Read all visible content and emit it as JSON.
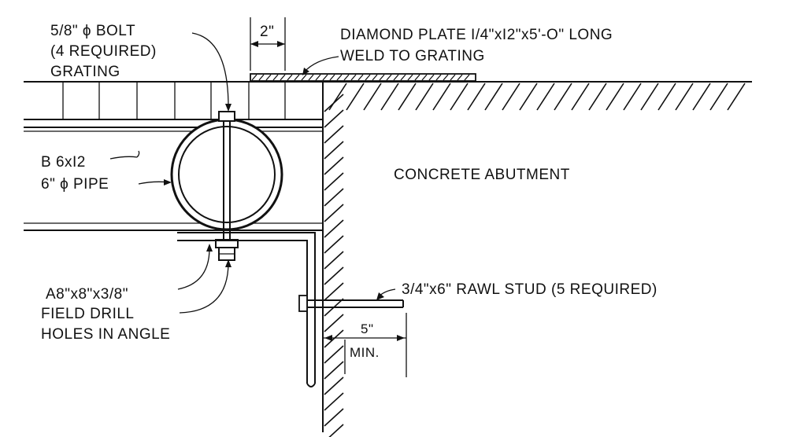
{
  "labels": {
    "bolt_line1": "5/8\" ϕ BOLT",
    "bolt_line2": "(4 REQUIRED)",
    "grating": "GRATING",
    "dim_2": "2\"",
    "diamond_line1": "DIAMOND PLATE I/4\"xI2\"x5'-O\" LONG",
    "diamond_line2": "WELD TO GRATING",
    "beam": "B 6xI2",
    "pipe": "6\" ϕ PIPE",
    "concrete": "CONCRETE ABUTMENT",
    "angle_line1": "A8\"x8\"x3/8\"",
    "angle_line2": "FIELD DRILL",
    "angle_line3": "HOLES IN ANGLE",
    "stud": "3/4\"x6\" RAWL STUD (5 REQUIRED)",
    "dim_5": "5\"",
    "min": "MIN."
  }
}
